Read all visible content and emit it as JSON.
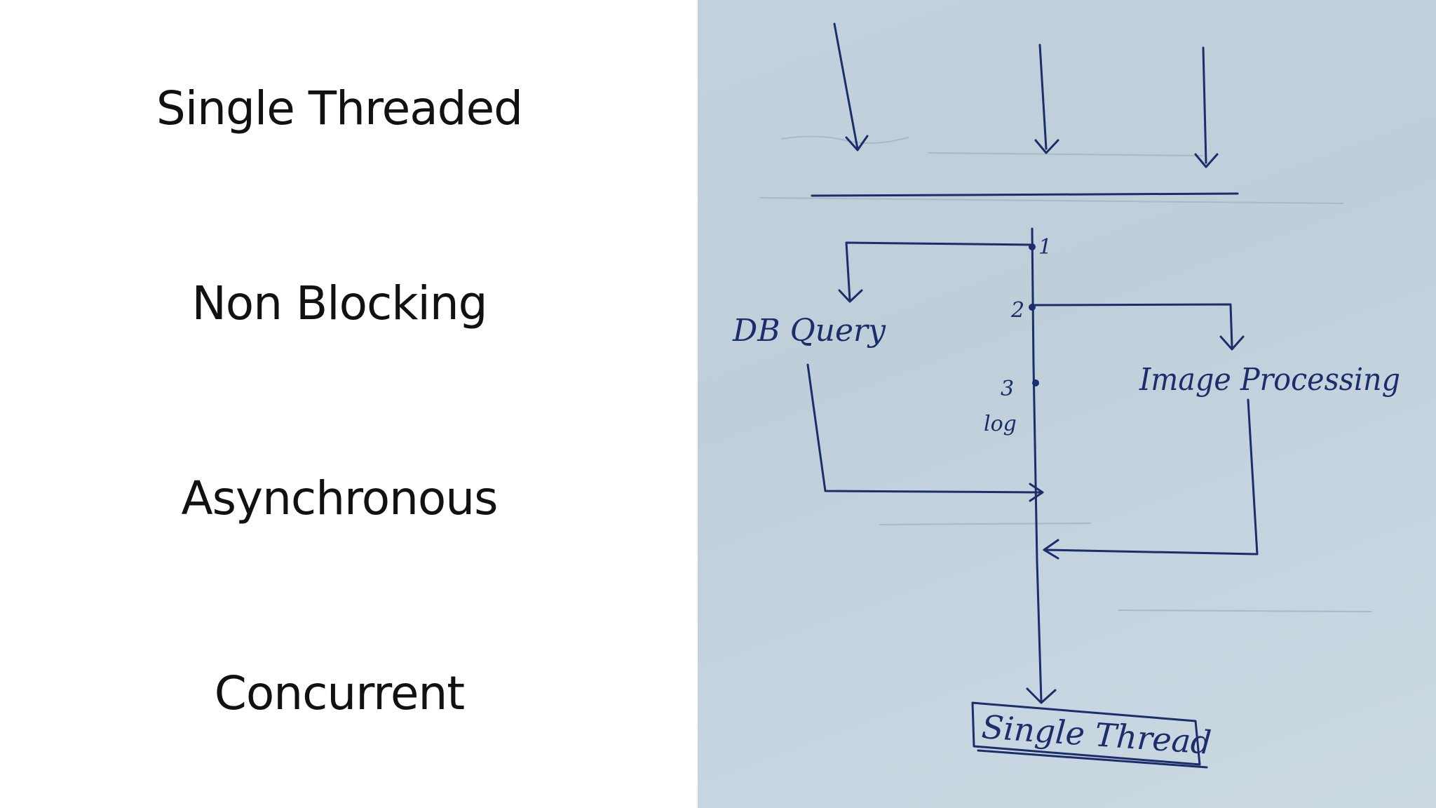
{
  "terms": [
    {
      "label": "Single Threaded"
    },
    {
      "label": "Non Blocking"
    },
    {
      "label": "Asynchronous"
    },
    {
      "label": "Concurrent"
    }
  ],
  "diagram": {
    "labels": {
      "db_query": "DB Query",
      "image_processing": "Image Processing",
      "step_1": "1",
      "step_2": "2",
      "step_3": "3",
      "log": "log",
      "single_thread": "Single Thread"
    }
  },
  "colors": {
    "ink": "#1b2d6b",
    "paper": "#c2d1dc",
    "text": "#111111"
  }
}
